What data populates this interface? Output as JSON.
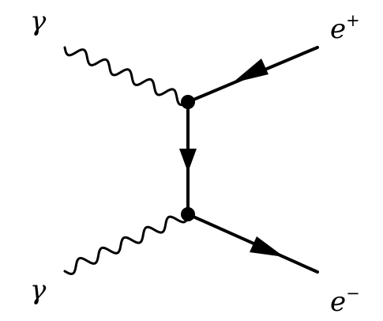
{
  "diagram": {
    "type": "feynman",
    "colors": {
      "line": "#000000",
      "background": "#ffffff"
    },
    "labels": {
      "photon_top": "γ",
      "photon_bottom": "γ",
      "positron_base": "e",
      "positron_charge": "+",
      "electron_base": "e",
      "electron_charge": "−"
    }
  }
}
